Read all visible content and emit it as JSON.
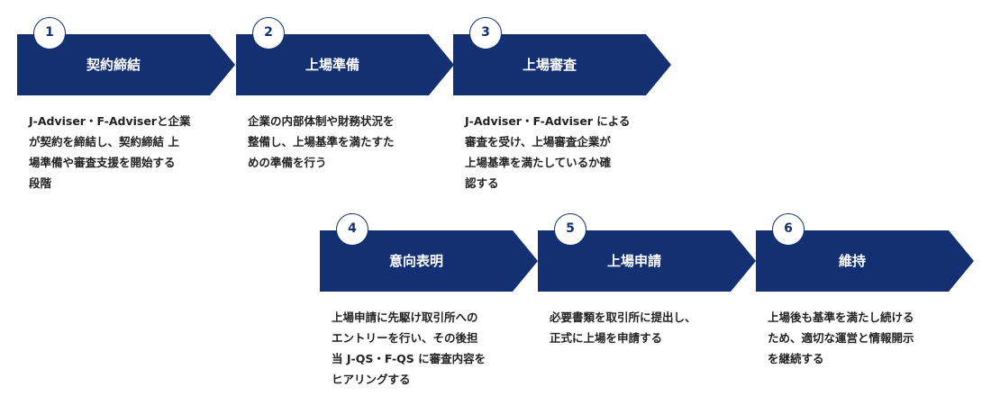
{
  "steps": [
    {
      "number": "1",
      "title": "契約締結",
      "lines": [
        "J-Adviser・F-Adviserと企業",
        "が契約を締結し、契約締結 上",
        "場準備や審査支援を開始する",
        "段階"
      ]
    },
    {
      "number": "2",
      "title": "上場準備",
      "lines": [
        "企業の内部体制や財務状況を",
        "整備し、上場基準を満たすた",
        "めの準備を行う"
      ]
    },
    {
      "number": "3",
      "title": "上場審査",
      "lines": [
        "J-Adviser・F-Adviser による",
        "審査を受け、上場審査企業が",
        "上場基準を満たしているか確",
        "認する"
      ]
    },
    {
      "number": "4",
      "title": "意向表明",
      "lines": [
        "上場申請に先駆け取引所への",
        "エントリーを行い、その後担",
        "当 J-QS・F-QS に審査内容を",
        "ヒアリングする"
      ]
    },
    {
      "number": "5",
      "title": "上場申請",
      "lines": [
        "必要書類を取引所に提出し、",
        "正式に上場を申請する"
      ]
    },
    {
      "number": "6",
      "title": "維持",
      "lines": [
        "上場後も基準を満たし続ける",
        "ため、適切な運営と情報開示",
        "を継続する"
      ]
    }
  ],
  "colors": {
    "primary": "#133172"
  }
}
